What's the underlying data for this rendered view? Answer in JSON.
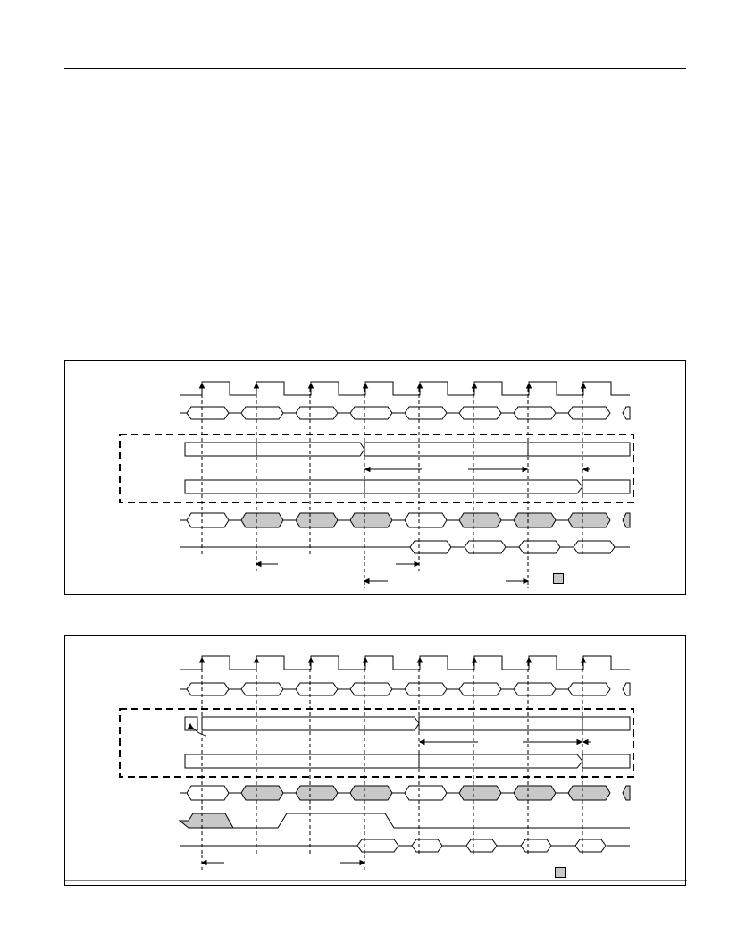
{
  "page": {
    "header_rule": true
  },
  "colors": {
    "line": "#000000",
    "shade": "#c8c8c8",
    "background": "#ffffff"
  },
  "figures": [
    {
      "id": "fig1",
      "legend_label": "",
      "dashed_region": true,
      "cycles": 8
    },
    {
      "id": "fig2",
      "legend_label": "",
      "dashed_region": true,
      "cycles": 8
    }
  ]
}
